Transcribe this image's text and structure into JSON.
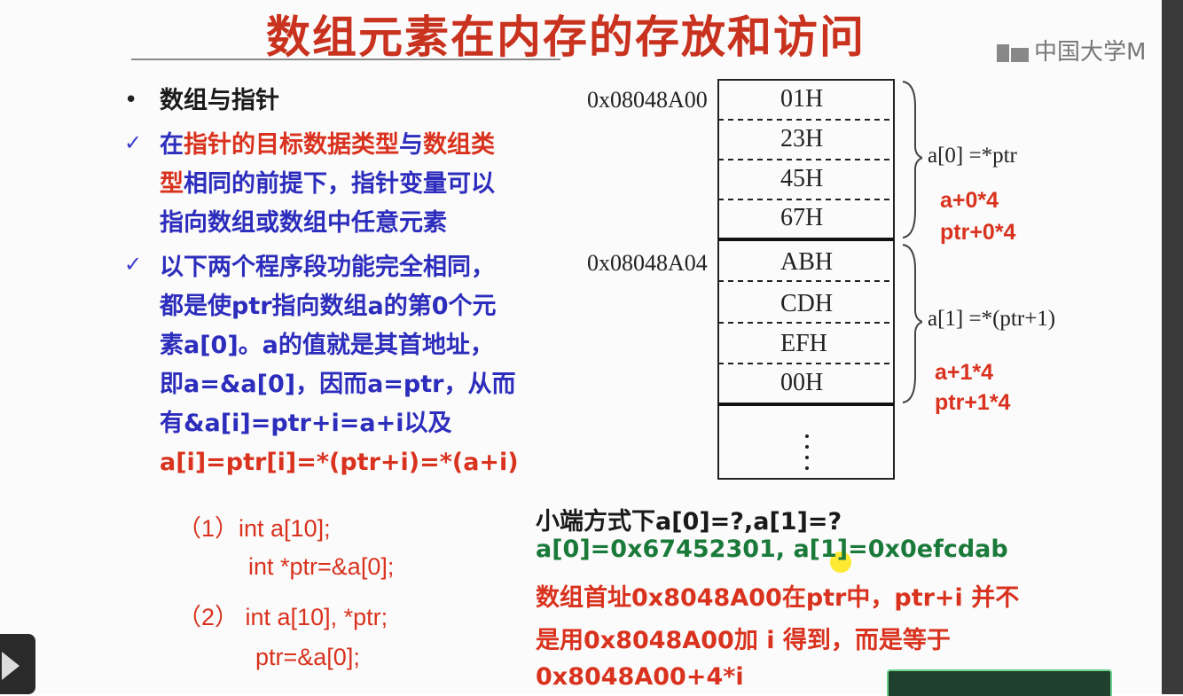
{
  "slide": {
    "title": "数组元素在内存的存放和访问",
    "watermark": "中国大学M",
    "bullet_heading": "数组与指针",
    "point1": {
      "line1": [
        "在",
        "指针的目标数据类型",
        "与",
        "数组类"
      ],
      "line2": [
        "型",
        "相同的前提下，指针变量可以"
      ],
      "line3": "指向数组或数组中任意元素"
    },
    "point2": {
      "line1": "以下两个程序段功能完全相同，",
      "line2": "都是使ptr指向数组a的第0个元",
      "line3": "素a[0]。a的值就是其首地址，",
      "line4": "即a=&a[0]，因而a=ptr，从而",
      "line5": "有&a[i]=ptr+i=a+i以及",
      "line6": "a[i]=ptr[i]=*(ptr+i)=*(a+i)"
    },
    "code": {
      "l1": "（1）int  a[10];",
      "l2": "int  *ptr=&a[0];",
      "l3": "（2） int  a[10], *ptr;",
      "l4": "ptr=&a[0];"
    },
    "memory": {
      "addr0": "0x08048A00",
      "addr1": "0x08048A04",
      "cells": [
        "01H",
        "23H",
        "45H",
        "67H",
        "ABH",
        "CDH",
        "EFH",
        "00H"
      ],
      "label0": "a[0] =*ptr",
      "label1": "a[1] =*(ptr+1)",
      "calc0a": "a+0*4",
      "calc0b": "ptr+0*4",
      "calc1a": "a+1*4",
      "calc1b": "ptr+1*4"
    },
    "qa": {
      "question": "小端方式下a[0]=?,a[1]=?",
      "answer": "a[0]=0x67452301, a[1]=0x0efcdab",
      "note1": "数组首址0x8048A00在ptr中，ptr+i 并不",
      "note2": "是用0x8048A00加 i 得到，而是等于",
      "note3": "0x8048A00+4*i"
    },
    "colors": {
      "title": "#c8321e",
      "blue": "#2d2dbd",
      "red": "#d9321e",
      "green": "#1a7a3a"
    }
  }
}
